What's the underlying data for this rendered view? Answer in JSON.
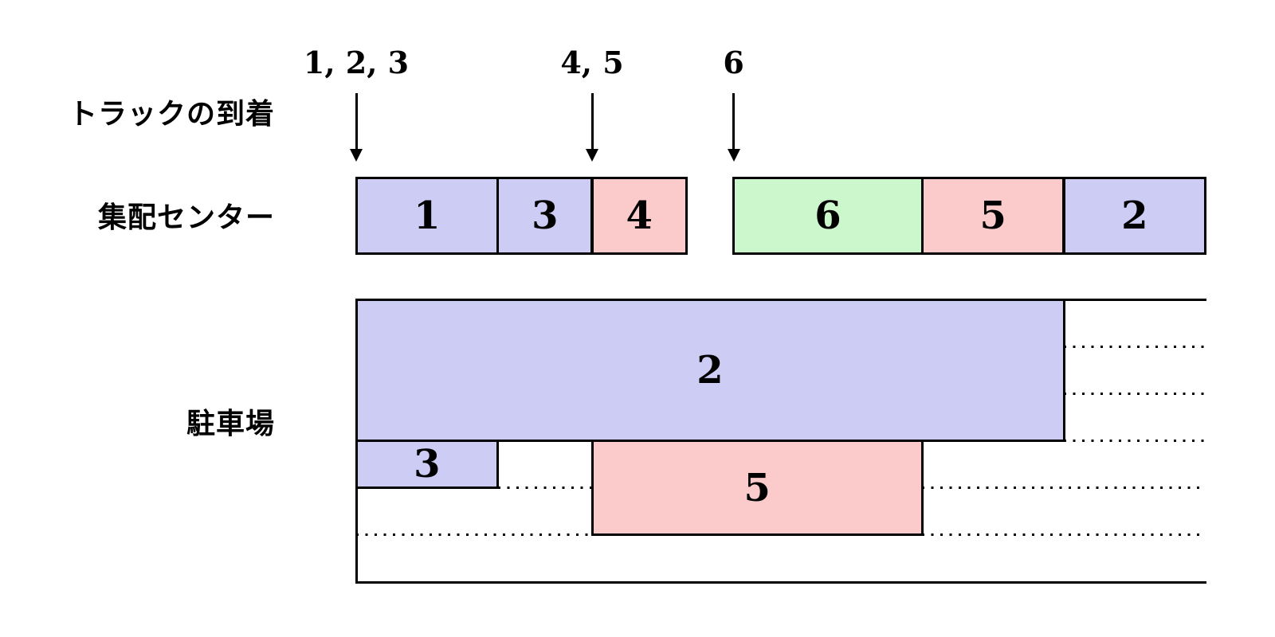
{
  "labels": {
    "arrivals": "トラックの到着",
    "center": "集配センター",
    "parking": "駐車場"
  },
  "colors": {
    "blue": "#ccccf5",
    "pink": "#fbcbcb",
    "green": "#ccf6cc",
    "line": "#000000"
  },
  "timeline": {
    "total_units": 18
  },
  "arrivals": {
    "events": [
      {
        "label": "1, 2, 3",
        "t": 0
      },
      {
        "label": "4, 5",
        "t": 5
      },
      {
        "label": "6",
        "t": 8
      }
    ]
  },
  "service_blocks": [
    {
      "truck": "1",
      "t_start": 0,
      "t_end": 3,
      "color": "blue"
    },
    {
      "truck": "3",
      "t_start": 3,
      "t_end": 5,
      "color": "blue"
    },
    {
      "truck": "4",
      "t_start": 5,
      "t_end": 7,
      "color": "pink"
    },
    {
      "truck": "6",
      "t_start": 8,
      "t_end": 12,
      "color": "green"
    },
    {
      "truck": "5",
      "t_start": 12,
      "t_end": 15,
      "color": "pink"
    },
    {
      "truck": "2",
      "t_start": 15,
      "t_end": 18,
      "color": "blue"
    }
  ],
  "parking": {
    "lanes": 6,
    "blocks": [
      {
        "truck": "2",
        "t_start": 0,
        "t_end": 15,
        "lane_start": 0,
        "lane_span": 3,
        "color": "blue"
      },
      {
        "truck": "3",
        "t_start": 0,
        "t_end": 3,
        "lane_start": 3,
        "lane_span": 1,
        "color": "blue"
      },
      {
        "truck": "5",
        "t_start": 5,
        "t_end": 12,
        "lane_start": 3,
        "lane_span": 2,
        "color": "pink"
      }
    ]
  }
}
